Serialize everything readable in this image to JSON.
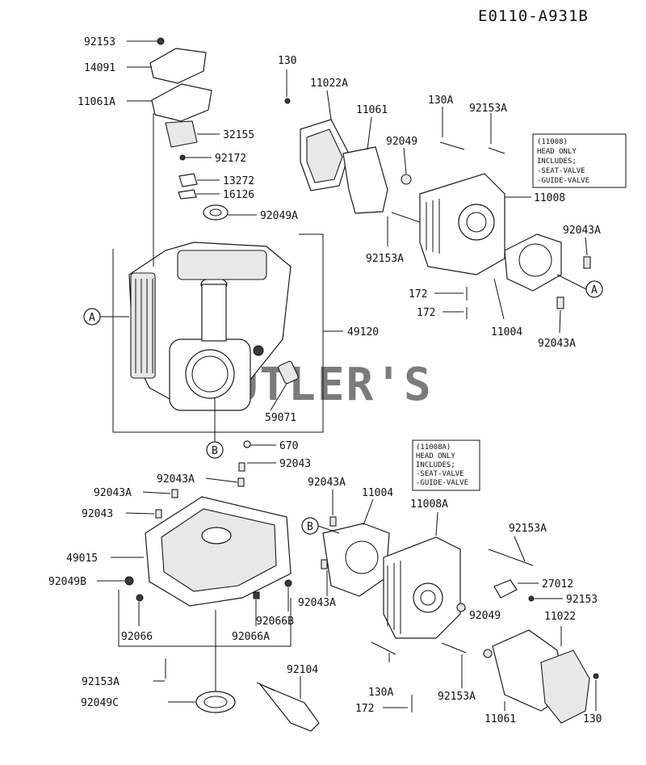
{
  "title": "E0110-A931B",
  "watermark": "CUTLER'S",
  "labels": {
    "l92153_top": "92153",
    "l14091": "14091",
    "l11061A": "11061A",
    "l32155": "32155",
    "l92172": "92172",
    "l13272": "13272",
    "l16126": "16126",
    "l92049A": "92049A",
    "l49120": "49120",
    "l59071": "59071",
    "l670": "670",
    "l130_top": "130",
    "l11022A": "11022A",
    "l11061_top": "11061",
    "l130A_top": "130A",
    "l92153A_top": "92153A",
    "l92049_top": "92049",
    "l11008": "11008",
    "l92043A_r1": "92043A",
    "l92153A_mid": "92153A",
    "l172_a": "172",
    "l172_b": "172",
    "l11004_top": "11004",
    "l92043A_r2": "92043A",
    "l92043A_c1": "92043A",
    "l92043_c1": "92043",
    "l92043A_c2": "92043A",
    "l92043_c2": "92043",
    "l49015": "49015",
    "l92049B": "92049B",
    "l92066": "92066",
    "l92066A": "92066A",
    "l92066B": "92066B",
    "l92153A_low": "92153A",
    "l92049C": "92049C",
    "l92104": "92104",
    "l92043A_b1": "92043A",
    "l11004_b": "11004",
    "l11008A": "11008A",
    "l92153A_b1": "92153A",
    "l27012": "27012",
    "l92153_b": "92153",
    "l92043A_b2": "92043A",
    "l92049_b": "92049",
    "l11022": "11022",
    "l130A_b": "130A",
    "l92153A_b2": "92153A",
    "l172_c": "172",
    "l11061_b": "11061",
    "l130_b": "130"
  },
  "refs": {
    "a_left": "A",
    "a_right": "A",
    "b_top": "B",
    "b_bottom": "B"
  },
  "notes": {
    "top": [
      "(11008)",
      "HEAD ONLY",
      "INCLUDES;",
      "-SEAT-VALVE",
      "-GUIDE-VALVE"
    ],
    "bottom": [
      "(11008A)",
      "HEAD ONLY",
      "INCLUDES;",
      "-SEAT-VALVE",
      "-GUIDE-VALVE"
    ]
  }
}
